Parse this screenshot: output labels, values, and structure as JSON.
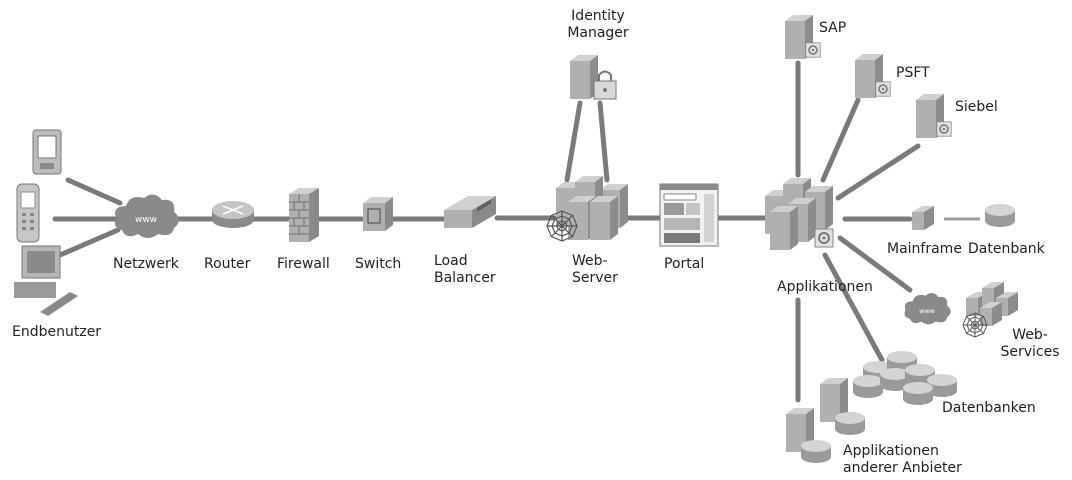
{
  "nodes": {
    "endbenutzer": "Endbenutzer",
    "netzwerk": "Netzwerk",
    "router": "Router",
    "firewall": "Firewall",
    "switch": "Switch",
    "load_balancer": [
      "Load",
      "Balancer"
    ],
    "web_server": [
      "Web-",
      "Server"
    ],
    "identity_manager": [
      "Identity",
      "Manager"
    ],
    "portal": "Portal",
    "applikationen": "Applikationen",
    "sap": "SAP",
    "psft": "PSFT",
    "siebel": "Siebel",
    "mainframe": "Mainframe",
    "datenbank": "Datenbank",
    "web_services": [
      "Web-",
      "Services"
    ],
    "datenbanken": "Datenbanken",
    "applikationen_anderer": [
      "Applikationen",
      "anderer Anbieter"
    ]
  },
  "cloud_text": "www",
  "colors": {
    "line": "#7a7a7a",
    "dark": "#6f6f6f",
    "mid": "#9a9a9a",
    "light": "#c9c9c9"
  }
}
